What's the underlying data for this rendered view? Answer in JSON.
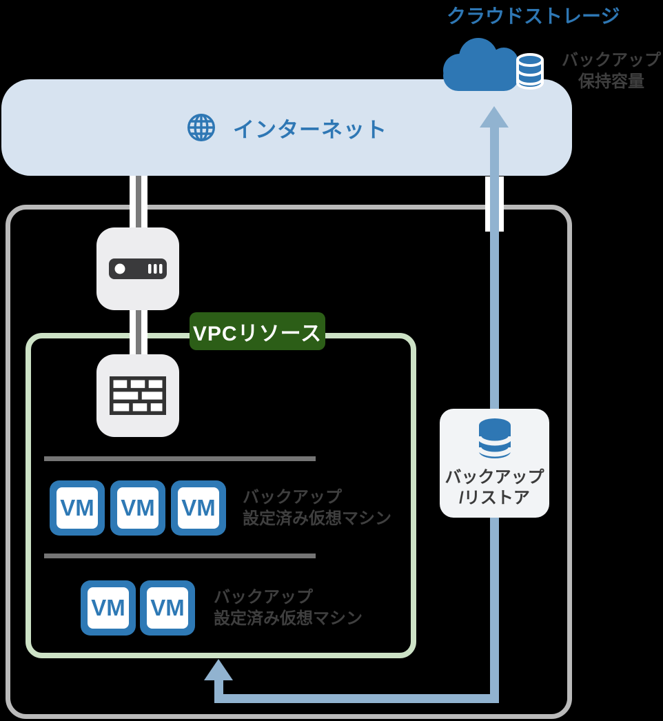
{
  "colors": {
    "accent_blue": "#2e77b4",
    "steel_blue_flow": "#91b3d0",
    "internet_bar_blue": "#d7e3f0",
    "vpc_border_green": "#cde2c6",
    "vpc_badge_green": "#2c5e17",
    "outer_frame_gray": "#bababa",
    "divider_gray": "#757575",
    "device_box_gray": "#ededef",
    "backup_box_gray": "#f2f4f6",
    "icon_dark": "#3a3a3c",
    "text_dark": "#3f3f3f",
    "vm_blue": "#2e79b5"
  },
  "cloud_storage": {
    "title": "クラウドストレージ",
    "capacity_lines": [
      "バックアップ",
      "保持容量"
    ]
  },
  "internet": {
    "label": "インターネット"
  },
  "vpc": {
    "badge_label": "VPCリソース"
  },
  "vm_groups": [
    {
      "vms": [
        "VM",
        "VM",
        "VM"
      ],
      "caption_lines": [
        "バックアップ",
        "設定済み仮想マシン"
      ]
    },
    {
      "vms": [
        "VM",
        "VM"
      ],
      "caption_lines": [
        "バックアップ",
        "設定済み仮想マシン"
      ]
    }
  ],
  "backup_restore": {
    "lines": [
      "バックアップ",
      "/リストア"
    ]
  },
  "icons": [
    "cloud-icon",
    "cloud-database-icon",
    "globe-icon",
    "router-icon",
    "firewall-brick-icon",
    "database-icon",
    "up-arrow",
    "restore-arrow"
  ]
}
